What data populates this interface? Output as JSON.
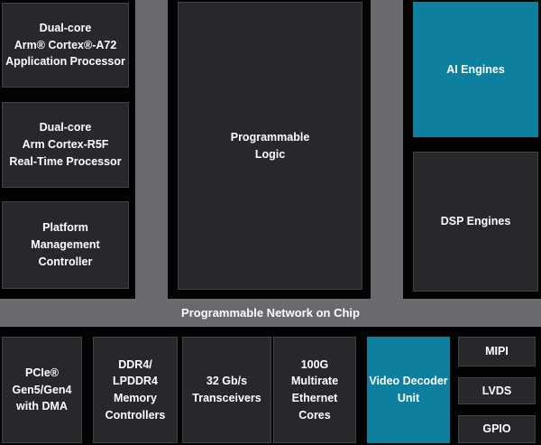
{
  "colors": {
    "background": "#030303",
    "block_fill": "#28282c",
    "block_border": "#434347",
    "accent_teal": "#0f7f9f",
    "interconnect_gray": "#6a6a6e",
    "text": "#ffffff"
  },
  "blocks": {
    "a72": {
      "label": "Dual-core\nArm® Cortex®-A72\nApplication Processor"
    },
    "r5f": {
      "label": "Dual-core\nArm Cortex-R5F\nReal-Time Processor"
    },
    "pmc": {
      "label": "Platform\nManagement\nController"
    },
    "pl": {
      "label": "Programmable\nLogic"
    },
    "ai": {
      "label": "AI Engines"
    },
    "dsp": {
      "label": "DSP Engines"
    },
    "noc": {
      "label": "Programmable Network on Chip"
    },
    "pcie": {
      "label": "PCIe®\nGen5/Gen4\nwith DMA"
    },
    "ddr": {
      "label": "DDR4/\nLPDDR4\nMemory\nControllers"
    },
    "xcvr": {
      "label": "32 Gb/s\nTransceivers"
    },
    "eth": {
      "label": "100G\nMultirate\nEthernet\nCores"
    },
    "vdu": {
      "label": "Video Decoder\nUnit"
    },
    "mipi": {
      "label": "MIPI"
    },
    "lvds": {
      "label": "LVDS"
    },
    "gpio": {
      "label": "GPIO"
    }
  }
}
